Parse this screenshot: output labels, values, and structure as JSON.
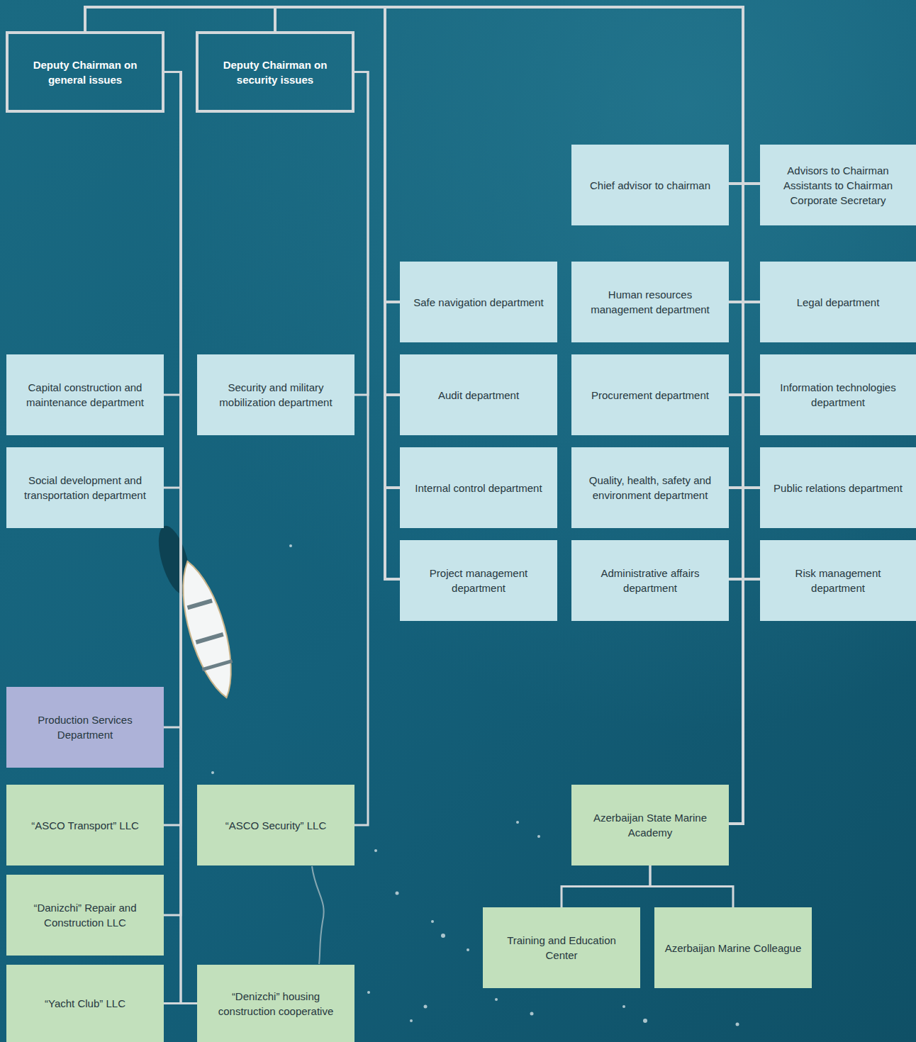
{
  "diagram": {
    "nodes": [
      {
        "text": [
          "Deputy Chairman on general issues"
        ]
      },
      {
        "text": [
          "Deputy Chairman on security issues"
        ]
      },
      {
        "text": [
          "Chief advisor to chairman"
        ]
      },
      {
        "text": [
          "Advisors to Chairman",
          "Assistants to Chairman",
          "Corporate Secretary"
        ]
      },
      {
        "text": [
          "Safe navigation department"
        ]
      },
      {
        "text": [
          "Human resources management department"
        ]
      },
      {
        "text": [
          "Legal department"
        ]
      },
      {
        "text": [
          "Capital construction and maintenance department"
        ]
      },
      {
        "text": [
          "Security and military mobilization department"
        ]
      },
      {
        "text": [
          "Audit department"
        ]
      },
      {
        "text": [
          "Procurement department"
        ]
      },
      {
        "text": [
          "Information technologies department"
        ]
      },
      {
        "text": [
          "Social development and transportation department"
        ]
      },
      {
        "text": [
          "Internal control department"
        ]
      },
      {
        "text": [
          "Quality, health, safety and environment department"
        ]
      },
      {
        "text": [
          "Public relations department"
        ]
      },
      {
        "text": [
          "Project management department"
        ]
      },
      {
        "text": [
          "Administrative affairs department"
        ]
      },
      {
        "text": [
          "Risk management department"
        ]
      },
      {
        "text": [
          "Production Services Department"
        ]
      },
      {
        "text": [
          "“ASCO Transport” LLC"
        ]
      },
      {
        "text": [
          "“ASCO Security” LLC"
        ]
      },
      {
        "text": [
          "Azerbaijan State Marine Academy"
        ]
      },
      {
        "text": [
          "“Danizchi” Repair and Construction LLC"
        ]
      },
      {
        "text": [
          "Training and Education Center"
        ]
      },
      {
        "text": [
          "Azerbaijan Marine Colleague"
        ]
      },
      {
        "text": [
          "“Yacht Club” LLC"
        ]
      },
      {
        "text": [
          "“Denizchi” housing construction cooperative"
        ]
      }
    ],
    "edges": [
      {
        "from": 0,
        "to": 7,
        "arrow": "none"
      },
      {
        "from": 0,
        "to": 12,
        "arrow": "none"
      },
      {
        "from": 0,
        "to": 19,
        "arrow": "none"
      },
      {
        "from": 0,
        "to": 20,
        "arrow": "none"
      },
      {
        "from": 0,
        "to": 23,
        "arrow": "none"
      },
      {
        "from": 0,
        "to": 26,
        "arrow": "none"
      },
      {
        "from": 0,
        "to": 27,
        "arrow": "none"
      },
      {
        "from": 1,
        "to": 8,
        "arrow": "none"
      },
      {
        "from": 1,
        "to": 21,
        "arrow": "none"
      },
      {
        "from": 22,
        "to": 24,
        "arrow": "none"
      },
      {
        "from": 22,
        "to": 25,
        "arrow": "none"
      }
    ]
  }
}
